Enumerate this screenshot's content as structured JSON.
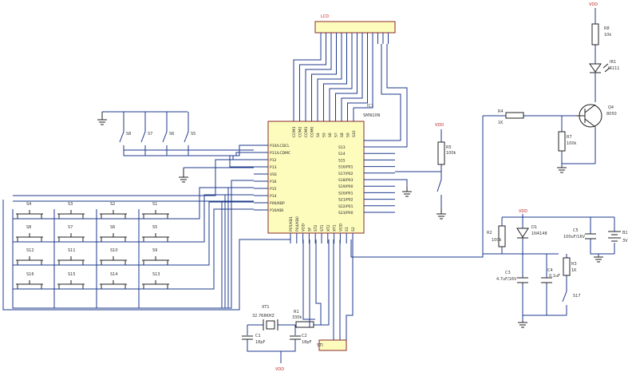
{
  "labels": {
    "lcd": "LCD",
    "ic1": "IC1",
    "ic1_part": "SMN10N",
    "vdd": "VDD",
    "d1": "D1",
    "d1_part": "1N4148",
    "q4": "Q4",
    "q4_part": "8050",
    "ir1": "IR1",
    "ir1_part": "IR111",
    "xt1": "XT1",
    "xt1_part": "32.768KHZ",
    "r1": "R1",
    "r1_val": "330k",
    "c1": "C1",
    "c1_val": "18pF",
    "c2": "C2",
    "c2_val": "18pF",
    "r8": "R8",
    "r8_val": "10k",
    "r4": "R4",
    "r4_val": "1K",
    "r5": "R5",
    "r5_val": "100k",
    "r7": "R7",
    "r7_val": "100k",
    "r2": "R2",
    "r2_val": "100k",
    "r3": "R3",
    "r3_val": "1K",
    "c3": "C3",
    "c3_val": "4.7uF/16V",
    "c4": "C4",
    "c4_val": "0.1uF",
    "c5": "C5",
    "c5_val": "100uF/16V",
    "b1": "B1",
    "b1_val": "3V",
    "s17": "S17",
    "sti": "STI"
  },
  "pins_left": [
    "P10/LCDCL",
    "P11/LCDMC",
    "P12",
    "P13",
    "VSS",
    "P16",
    "P15",
    "P14",
    "P06/KBP",
    "P16/KBI"
  ],
  "pins_top": [
    "COM3",
    "COM2",
    "COM1",
    "COM0",
    "S4",
    "S5",
    "S6",
    "S7",
    "S8",
    "S9",
    "S10"
  ],
  "pins_right": [
    "S13",
    "S14",
    "S15",
    "S16/P01",
    "S17/P02",
    "S18/P03",
    "S19/P00",
    "S20/P01",
    "S21/P02",
    "S22/P01",
    "S23/P00"
  ],
  "pins_bottom": [
    "P05/KB1",
    "P04/KB0",
    "VDD",
    "SF",
    "ST2",
    "ST1",
    "XT2",
    "XT1",
    "VDD",
    "S1",
    "S2"
  ],
  "switches_top": [
    "S8",
    "S7",
    "S6",
    "S5"
  ],
  "keypad": [
    [
      "S4",
      "S3",
      "S2",
      "S1"
    ],
    [
      "S8",
      "S7",
      "S6",
      "S5"
    ],
    [
      "S12",
      "S11",
      "S10",
      "S9"
    ],
    [
      "S16",
      "S15",
      "S14",
      "S13"
    ]
  ],
  "lcd_pin_count": 14
}
